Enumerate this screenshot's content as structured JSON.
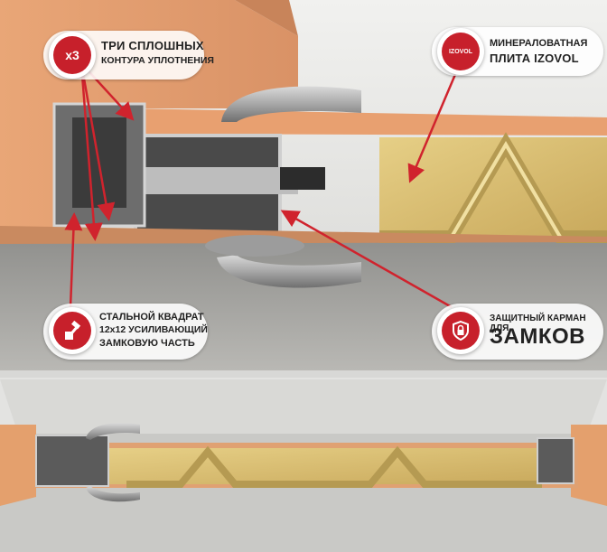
{
  "callouts": {
    "seals": {
      "badge_text": "x3",
      "line1": "ТРИ СПЛОШНЫХ",
      "line2": "КОНТУРА УПЛОТНЕНИЯ"
    },
    "insulation": {
      "badge_text": "IZOVOL",
      "line1": "МИНЕРАЛОВАТНАЯ",
      "line2": "ПЛИТА IZOVOL"
    },
    "steel_square": {
      "line1": "СТАЛЬНОЙ КВАДРАТ",
      "line2": "12х12 УСИЛИВАЮЩИЙ",
      "line3": "ЗАМКОВУЮ ЧАСТЬ"
    },
    "lock_pocket": {
      "line1": "ЗАЩИТНЫЙ КАРМАН ДЛЯ",
      "line2": "ЗАМКОВ"
    }
  },
  "colors": {
    "accent_red": "#c7202b",
    "wall_orange": "#e7a678",
    "insulation_yellow": "#d9c27a",
    "steel_gray": "#8c8c8c"
  }
}
